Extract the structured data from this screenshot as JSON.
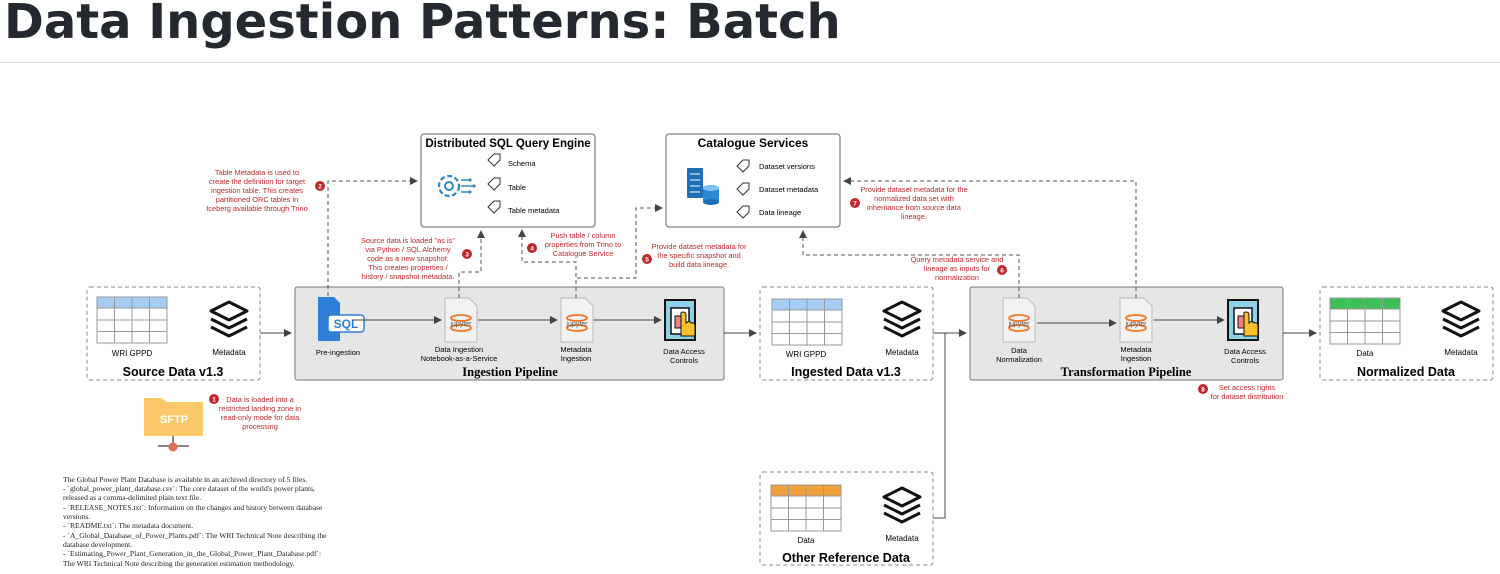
{
  "title": "Data Ingestion Patterns: Batch",
  "boxes": {
    "source": {
      "title": "Source Data v1.3",
      "table_label": "WRI GPPD",
      "meta_label": "Metadata"
    },
    "ingested": {
      "title": "Ingested Data v1.3",
      "table_label": "WRI GPPD",
      "meta_label": "Metadata"
    },
    "normalized": {
      "title": "Normalized Data",
      "table_label": "Data",
      "meta_label": "Metadata"
    },
    "other": {
      "title": "Other Reference Data",
      "table_label": "Data",
      "meta_label": "Metadata"
    }
  },
  "ingestion_pipeline": {
    "title": "Ingestion Pipeline",
    "steps": [
      {
        "label1": "Pre-ingestion",
        "label2": "",
        "icon": "sql-file-icon"
      },
      {
        "label1": "Data Ingestion",
        "label2": "Notebook-as-a-Service",
        "icon": "jupyter-icon"
      },
      {
        "label1": "Metadata",
        "label2": "Ingestion",
        "icon": "jupyter-icon"
      },
      {
        "label1": "Data Access",
        "label2": "Controls",
        "icon": "access-control-icon"
      }
    ]
  },
  "transformation_pipeline": {
    "title": "Transformation Pipeline",
    "steps": [
      {
        "label1": "Data",
        "label2": "Normalization",
        "icon": "jupyter-icon"
      },
      {
        "label1": "Metadata",
        "label2": "Ingestion",
        "icon": "jupyter-icon"
      },
      {
        "label1": "Data Access",
        "label2": "Controls",
        "icon": "access-control-icon"
      }
    ]
  },
  "sql_engine": {
    "title": "Distributed SQL Query Engine",
    "items": [
      "Schema",
      "Table",
      "Table metadata"
    ]
  },
  "catalogue": {
    "title": "Catalogue Services",
    "items": [
      "Dataset versions",
      "Dataset metadata",
      "Data lineage"
    ]
  },
  "sftp_label": "SFTP",
  "annotations": [
    {
      "num": "1",
      "lines": [
        "Data is loaded into a",
        "restricted landing zone in",
        "read-only mode for data",
        "processing"
      ]
    },
    {
      "num": "2",
      "lines": [
        "Table Metadata is used to",
        "create the definition for target",
        "ingestion table. This creates",
        "partitioned ORC tables in",
        "Iceberg available through Trino"
      ]
    },
    {
      "num": "3",
      "lines": [
        "Source data is loaded \"as is\"",
        "via Python / SQL Alchemy",
        "code as a new snapshot.",
        "This creates properties /",
        "history / snapshot metadata."
      ]
    },
    {
      "num": "4",
      "lines": [
        "Push table / column",
        "properties from Trino to",
        "Catalogue Service"
      ]
    },
    {
      "num": "5",
      "lines": [
        "Provide dataset metadata for",
        "the specific snapshot and",
        "build data lineage."
      ]
    },
    {
      "num": "6",
      "lines": [
        "Query metadata service and",
        "lineage as inputs for",
        "normalization"
      ]
    },
    {
      "num": "7",
      "lines": [
        "Provide dataset metadata for the",
        "normalized data set with",
        "inheritance from source data",
        "lineage."
      ]
    },
    {
      "num": "8",
      "lines": [
        "Set access rights",
        "for dataset distribution"
      ]
    }
  ],
  "description": [
    "The Global Power Plant Database is available in an archived directory of 5 files.",
    "- `global_power_plant_database.csv`: The core dataset of the world's power plants,",
    "released as a comma-delimited plain text file.",
    "- `RELEASE_NOTES.txt`: Information on the changes and history between database",
    "versions.",
    "- `README.txt`: The metadata document.",
    "- `A_Global_Database_of_Power_Plants.pdf`: The WRI Technical Note describing the",
    "database development.",
    "- `Estimating_Power_Plant_Generation_in_the_Global_Power_Plant_Database.pdf`:",
    "The WRI Technical Note describing the generation estimation methodology."
  ],
  "colors": {
    "annotation": "#c0272d",
    "blue_header": "#a6cdf5",
    "green_header": "#3cc057",
    "orange_header": "#f0a03b",
    "pipeline_fill": "#e6e6e6",
    "jupyter": "#f37626",
    "sql_blue": "#2f7fd6",
    "sftp": "#fbc96a"
  }
}
